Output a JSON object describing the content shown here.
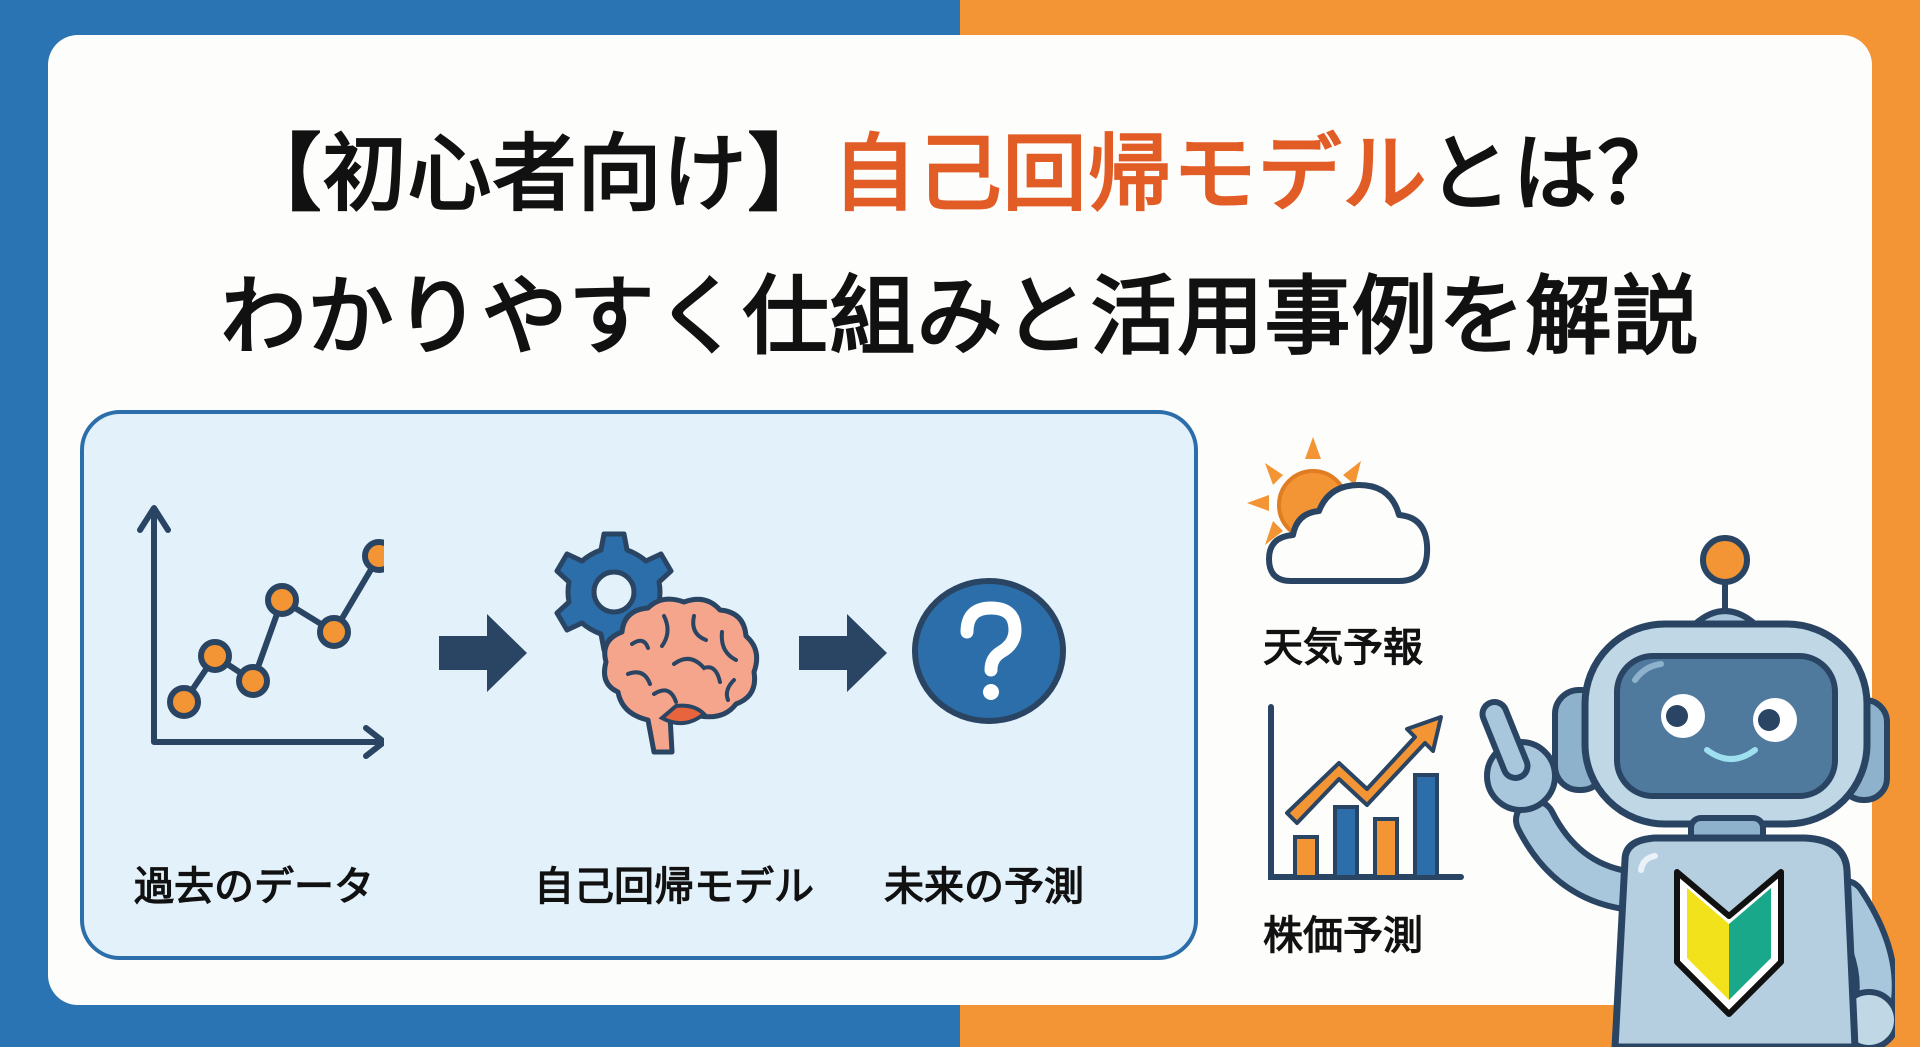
{
  "colors": {
    "left_bg": "#2a74b3",
    "right_bg": "#f39535",
    "title_text": "#111111",
    "title_accent": "#e25c26",
    "panel_bg": "#e2f1fa",
    "panel_border": "#2c6ea9",
    "navy": "#2a4563",
    "orange": "#f39535"
  },
  "title": {
    "line1_prefix": "【初心者向け】",
    "line1_accent": "自己回帰モデル",
    "line1_suffix": "とは？",
    "line2": "わかりやすく仕組みと活用事例を解説"
  },
  "flow": {
    "steps": [
      {
        "label": "過去のデータ",
        "icon": "line-chart-icon"
      },
      {
        "label": "自己回帰モデル",
        "icon": "gear-brain-icon"
      },
      {
        "label": "未来の予測",
        "icon": "question-circle-icon"
      }
    ],
    "arrows": [
      "arrow-right-icon",
      "arrow-right-icon"
    ]
  },
  "use_cases": [
    {
      "label": "天気予報",
      "icon": "sun-cloud-icon"
    },
    {
      "label": "株価予測",
      "icon": "bar-chart-trend-icon"
    }
  ],
  "mascot": {
    "name": "robot-mascot",
    "badge": "beginner-mark-icon"
  }
}
